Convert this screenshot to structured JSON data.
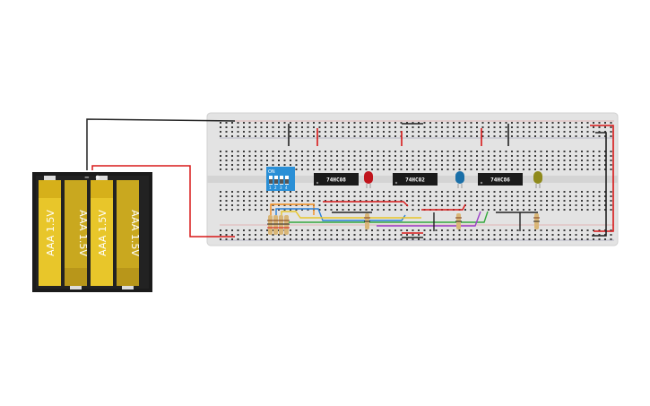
{
  "circuit": {
    "chips": [
      {
        "id": "chip-1",
        "label": "74HC08"
      },
      {
        "id": "chip-2",
        "label": "74HC02"
      },
      {
        "id": "chip-3",
        "label": "74HC86"
      }
    ],
    "leds": [
      {
        "id": "led-red",
        "color": "#c0141c"
      },
      {
        "id": "led-blue",
        "color": "#1a6fa8"
      },
      {
        "id": "led-yellow",
        "color": "#8f8a1c"
      }
    ],
    "dip_switch": {
      "on_label": "ON",
      "numbers": [
        "1",
        "2",
        "3",
        "4"
      ]
    },
    "battery_pack": {
      "cells": [
        {
          "label": "AAA 1.5V"
        },
        {
          "label": "AAA 1.5V"
        },
        {
          "label": "AAA 1.5V"
        },
        {
          "label": "AAA 1.5V"
        }
      ],
      "minus_symbol": "−",
      "plus_symbol": "+"
    },
    "colors": {
      "breadboard": "#e2e2e2",
      "wire_red": "#d81818",
      "wire_black": "#222222",
      "battery_yellow": "#e8c62a",
      "dip_blue": "#2a8fd6"
    }
  }
}
